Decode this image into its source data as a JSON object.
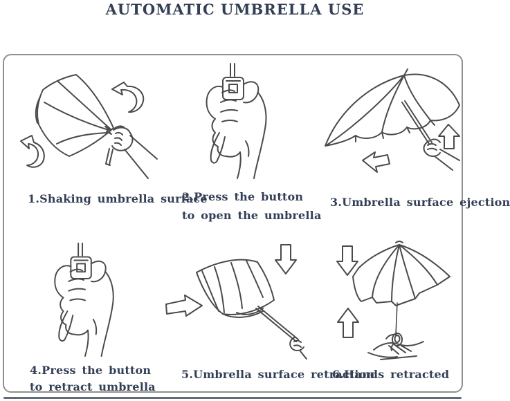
{
  "page": {
    "title": "AUTOMATIC UMBRELLA USE",
    "title_color": "#333f55",
    "frame_border_color": "#8f8f8f",
    "divider_color": "#626a78",
    "line_art_color": "#4a4a4a",
    "background_color": "#ffffff"
  },
  "steps": [
    {
      "caption_line1": "1.Shaking umbrella surface",
      "caption_line2": "",
      "illustration": "folded-umbrella-shaken-in-hand",
      "icons": [
        "rotate-arrow-icon",
        "rotate-arrow-icon"
      ]
    },
    {
      "caption_line1": "2.Press the button",
      "caption_line2": "to open the umbrella",
      "illustration": "hand-pressing-handle-button",
      "icons": []
    },
    {
      "caption_line1": "3.Umbrella surface ejection",
      "caption_line2": "",
      "illustration": "open-umbrella-with-hand",
      "icons": [
        "up-arrow-icon",
        "left-arrow-icon"
      ]
    },
    {
      "caption_line1": "4.Press the button",
      "caption_line2": "to retract umbrella",
      "illustration": "hand-pressing-handle-button",
      "icons": []
    },
    {
      "caption_line1": "5.Umbrella surface retraction",
      "caption_line2": "",
      "illustration": "half-folded-umbrella-on-shaft",
      "icons": [
        "down-arrow-icon",
        "right-arrow-icon"
      ]
    },
    {
      "caption_line1": "6.Hands retracted",
      "caption_line2": "",
      "illustration": "umbrella-resting-on-palm",
      "icons": [
        "down-arrow-icon",
        "up-arrow-icon"
      ]
    }
  ]
}
